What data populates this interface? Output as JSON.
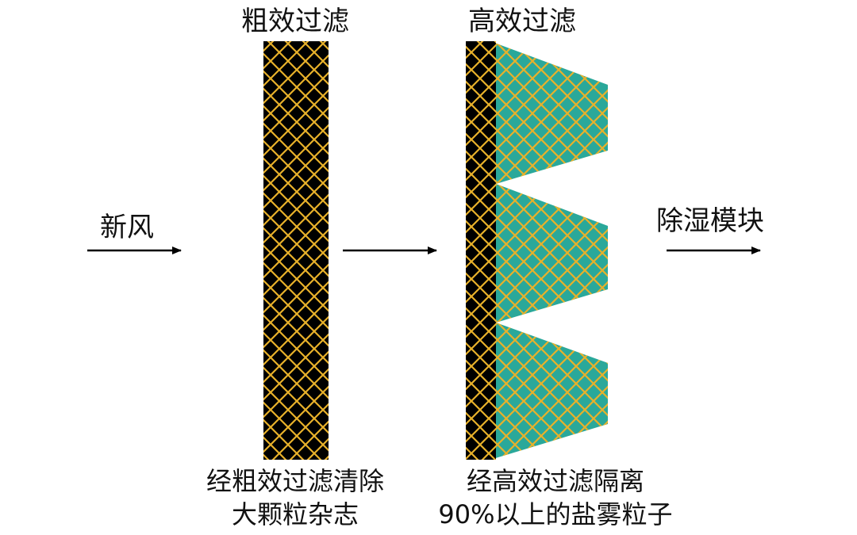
{
  "labels": {
    "coarse_title": "粗效过滤",
    "hepa_title": "高效过滤",
    "inlet": "新风",
    "outlet": "除湿模块",
    "coarse_caption_line1": "经粗效过滤清除",
    "coarse_caption_line2": "大颗粒杂志",
    "hepa_caption_line1": "经高效过滤隔离",
    "hepa_caption_line2": "90%以上的盐雾粒子"
  },
  "colors": {
    "filter_base": "#000000",
    "mesh": "#e8b12a",
    "pleat_fill": "#2aa89a",
    "arrow": "#000000",
    "text": "#111111"
  }
}
